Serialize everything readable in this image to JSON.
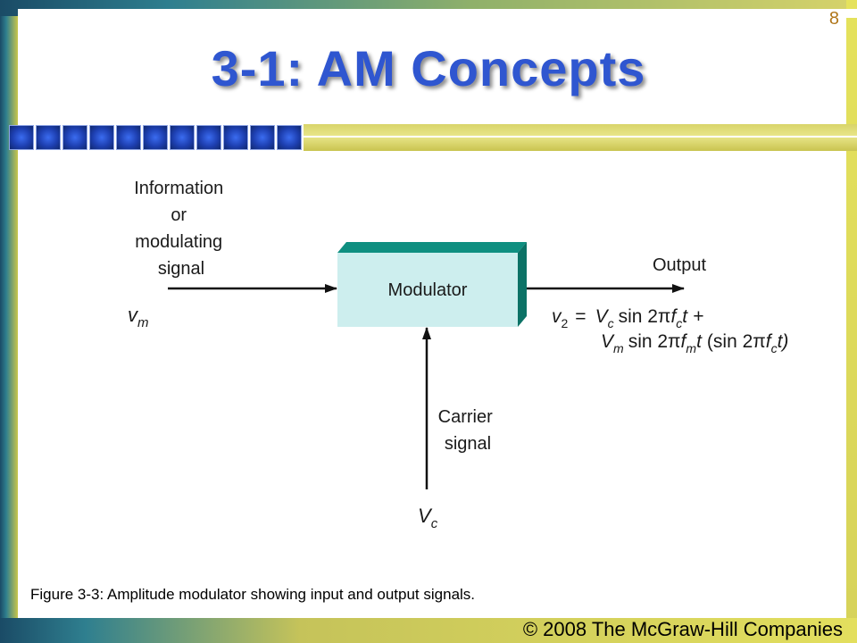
{
  "slide": {
    "number": "8",
    "title": "3-1: AM Concepts",
    "caption": "Figure 3-3: Amplitude modulator showing input and output signals.",
    "copyright": "© 2008 The McGraw-Hill Companies"
  },
  "diagram": {
    "input_label_lines": [
      "Information",
      "or",
      "modulating",
      "signal"
    ],
    "input_symbol": {
      "base": "v",
      "sub": "m"
    },
    "block_label": "Modulator",
    "output_label": "Output",
    "output_equation": {
      "line1": {
        "lhs": "v",
        "lhs_sub": "2",
        "eq": "=",
        "amp": "V",
        "amp_sub": "c",
        "sin": "sin 2π",
        "f": "f",
        "f_sub": "c",
        "t": "t +"
      },
      "line2": {
        "amp": "V",
        "amp_sub": "m",
        "sin": "sin 2π",
        "f": "f",
        "f_sub": "m",
        "t": "t",
        "paren": "(sin 2π",
        "f2": "f",
        "f2_sub": "c",
        "t2": "t)"
      }
    },
    "carrier_label_lines": [
      "Carrier",
      "signal"
    ],
    "carrier_symbol": {
      "base": "V",
      "sub": "c"
    }
  },
  "colors": {
    "title": "#2f56d0",
    "block_face": "#cdeeee",
    "block_edge": "#0f8f80",
    "deco_square": "#2346c4"
  }
}
